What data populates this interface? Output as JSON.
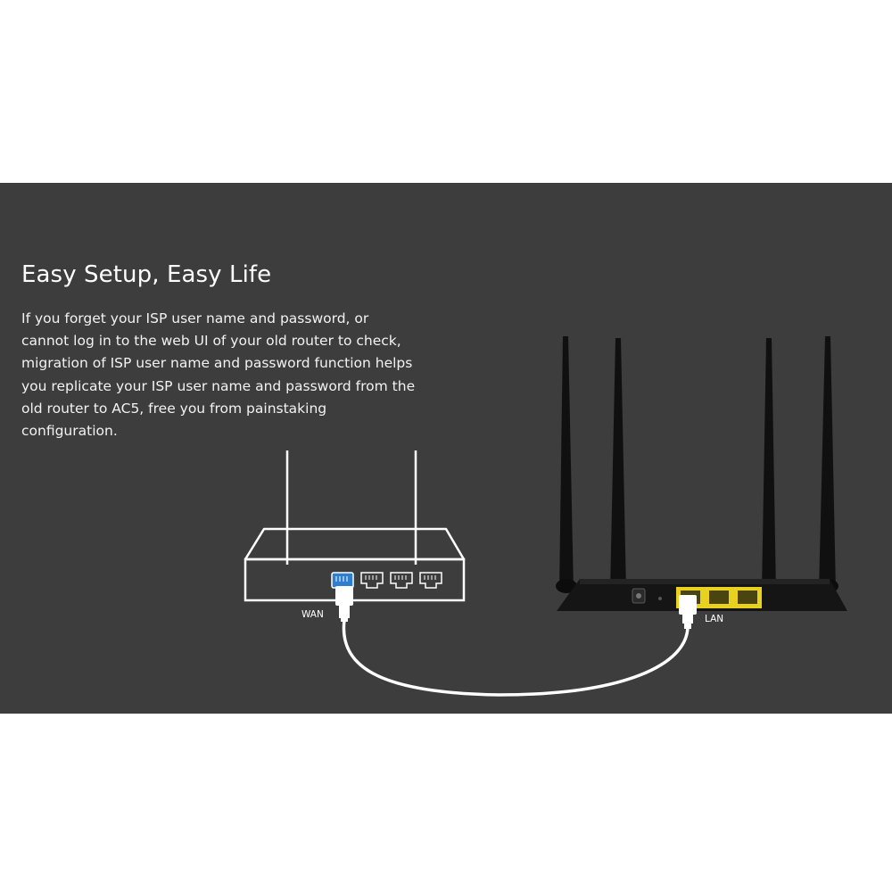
{
  "banner": {
    "headline": "Easy Setup, Easy Life",
    "description_lines": [
      "If you forget your ISP user name and password, or",
      "cannot log in to the web UI of your old router to check,",
      "migration of ISP user name and password function helps",
      "you replicate your ISP user name and password from the",
      "old router to AC5, free you from painstaking",
      "configuration."
    ]
  },
  "illustration": {
    "old_router_port_label": "WAN",
    "new_router_port_label": "LAN",
    "colors": {
      "background": "#3d3d3d",
      "wan_port": "#2f7fd1",
      "lan_ports": "#e8d21f",
      "router_body": "#151515",
      "cable": "#ffffff"
    }
  }
}
